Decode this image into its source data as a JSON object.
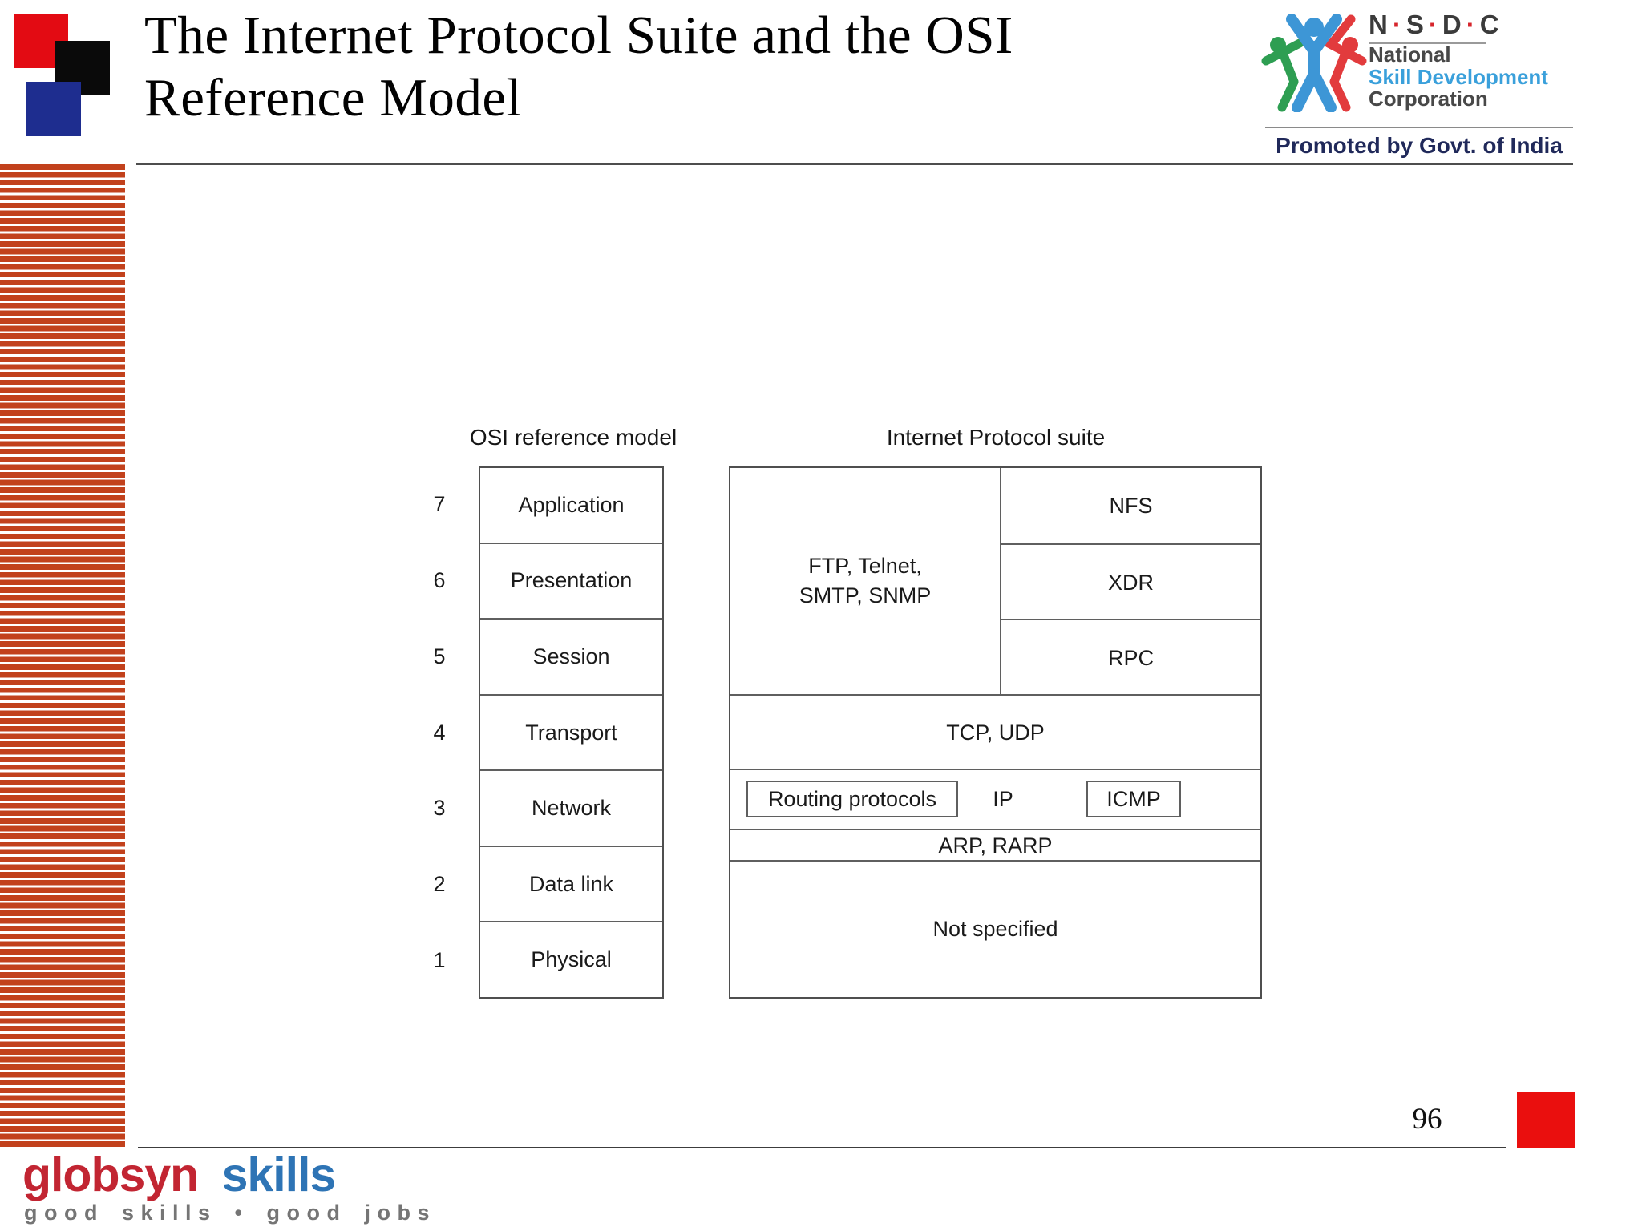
{
  "slide": {
    "title_line1": "The Internet Protocol Suite and the OSI",
    "title_line2": "Reference Model",
    "page_number": "96"
  },
  "nsdc": {
    "letters": [
      "N",
      "S",
      "D",
      "C"
    ],
    "dot": "·",
    "name_line1": "National",
    "name_line2": "Skill Development",
    "name_line3": "Corporation",
    "promoted": "Promoted by Govt. of India",
    "colors": {
      "accent_blue": "#3aa0db",
      "text_dark": "#484848",
      "promoted_navy": "#20295a",
      "figure_blue": "#3d96d6",
      "figure_green": "#2e9e52",
      "figure_red": "#e23b3d"
    }
  },
  "diagram": {
    "osi": {
      "heading": "OSI reference model",
      "layers": [
        {
          "num": "7",
          "label": "Application"
        },
        {
          "num": "6",
          "label": "Presentation"
        },
        {
          "num": "5",
          "label": "Session"
        },
        {
          "num": "4",
          "label": "Transport"
        },
        {
          "num": "3",
          "label": "Network"
        },
        {
          "num": "2",
          "label": "Data link"
        },
        {
          "num": "1",
          "label": "Physical"
        }
      ]
    },
    "ip": {
      "heading": "Internet Protocol suite",
      "app_line1": "FTP, Telnet,",
      "app_line2": "SMTP, SNMP",
      "application": "NFS",
      "presentation": "XDR",
      "session": "RPC",
      "transport": "TCP, UDP",
      "routing": "Routing protocols",
      "ip": "IP",
      "icmp": "ICMP",
      "arp": "ARP, RARP",
      "not_specified": "Not specified"
    }
  },
  "footer": {
    "brand_word1": "globsyn",
    "brand_word2": "skills",
    "tagline": "good skills • good jobs"
  },
  "colors": {
    "stripe_red": "#c2411c",
    "square_red": "#e30b13",
    "square_black": "#0a0a0a",
    "square_blue": "#1e2d8f",
    "footer_square_red": "#ea0f0e",
    "brand_red": "#c22532",
    "brand_blue": "#2e74b5",
    "diagram_border": "#5f5f5f"
  }
}
